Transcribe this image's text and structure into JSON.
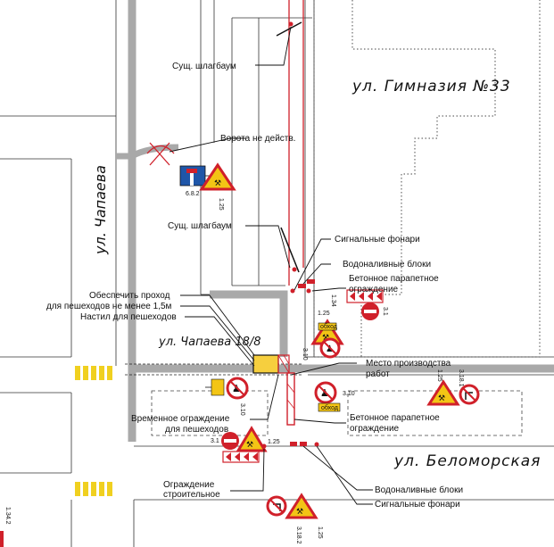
{
  "streets": {
    "gymnasium": "ул. Гимназия №33",
    "chapaeva": "ул. Чапаева",
    "chapaeva_address": "ул. Чапаева 18/8",
    "belomorskaya": "ул. Беломорская"
  },
  "labels": {
    "barrier_top": "Сущ. шлагбаум",
    "gate": "Ворота не действ.",
    "barrier_mid": "Сущ. шлагбаум",
    "signal_lights_top": "Сигнальные фонари",
    "water_blocks_top": "Водоналивные блоки",
    "parapet_top_1": "Бетонное парапетное",
    "parapet_top_2": "ограждение",
    "passage_1": "Обеспечить проход",
    "passage_2": "для пешеходов не менее 1,5м",
    "walkway": "Настил для пешеходов",
    "work_site_1": "Место производства",
    "work_site_2": "работ",
    "temp_fence_1": "Временное ограждение",
    "temp_fence_2": "для пешеходов",
    "parapet_bottom_1": "Бетонное парапетное",
    "parapet_bottom_2": "ограждение",
    "construction_fence_1": "Ограждение",
    "construction_fence_2": "строительное",
    "water_blocks_bottom": "Водоналивные блоки",
    "signal_lights_bottom": "Сигнальные фонари"
  },
  "sign_codes": {
    "s682": "6.8.2",
    "s125_top": "1.25",
    "s125_mid": "1.25",
    "s31_top": "3.1",
    "s310_top": "3.10",
    "s310_left": "3.10",
    "s310_right": "3.10",
    "s31_left": "3.1",
    "s125_low": "1.25",
    "s125_right": "1.25",
    "s3181": "3.18.1",
    "s3182": "3.18.2",
    "s125_bottom": "1.25",
    "s1342": "1.34.2",
    "s134": "1.34"
  },
  "tablets": {
    "detour_top": "обход",
    "detour_right": "обход"
  },
  "colors": {
    "sign_red": "#d0202a",
    "sign_yellow": "#f3c515",
    "sign_blue": "#1f56a8",
    "crossing_yellow": "#f0d020",
    "road_gray": "#a9a9a9",
    "building_dots": "#6b6b6b"
  }
}
